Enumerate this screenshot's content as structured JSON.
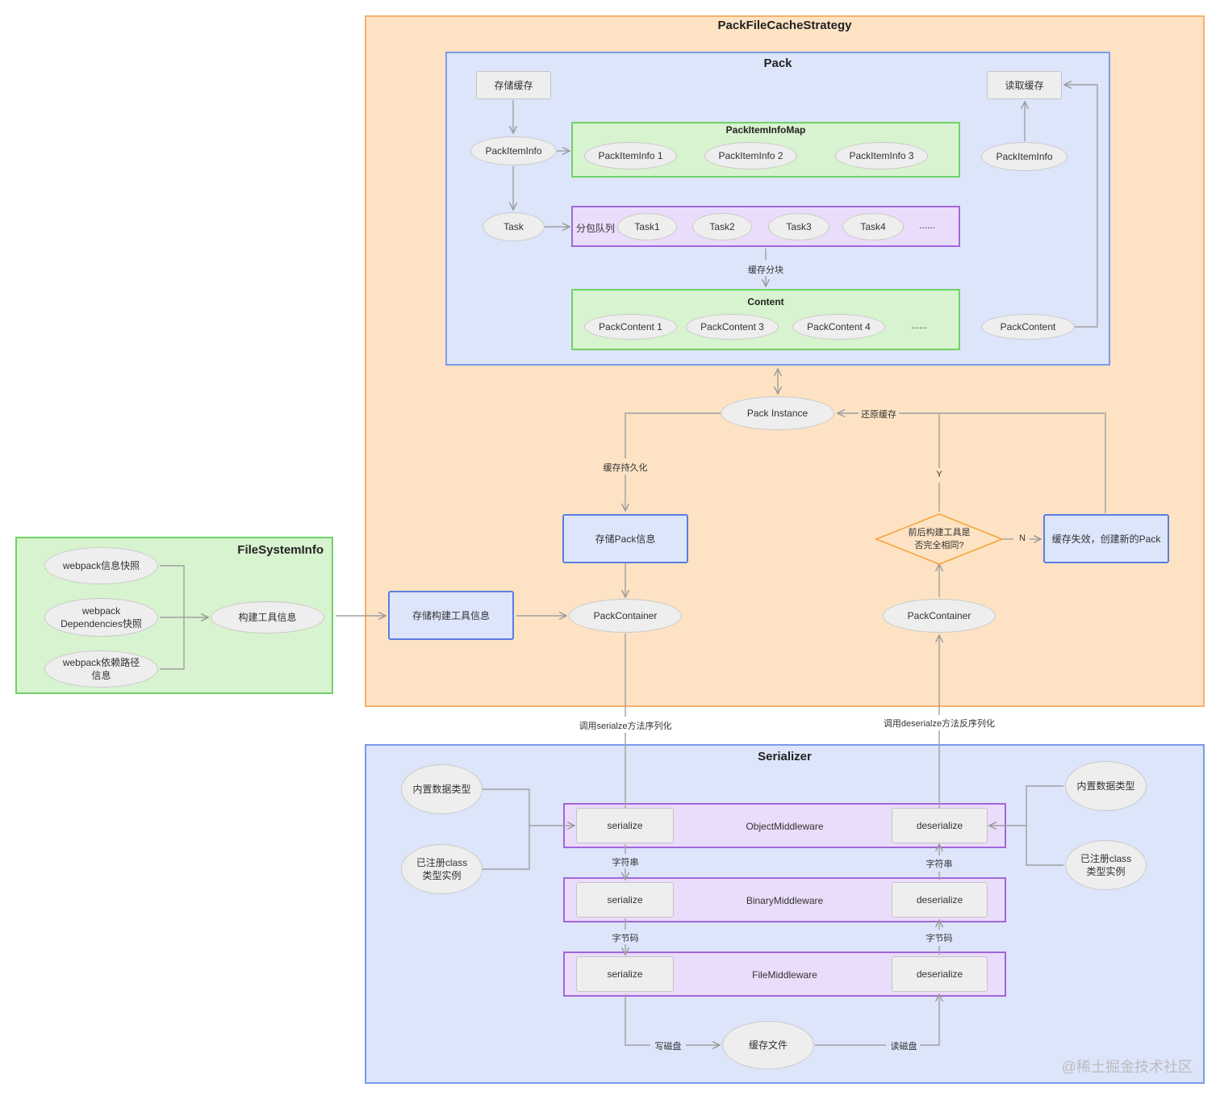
{
  "colors": {
    "orange": "#fde3c4",
    "blue": "#dde5fb",
    "green": "#d8f3cf",
    "purple": "#eadcfb",
    "diamond": "#f7a23b"
  },
  "strategy": {
    "title": "PackFileCacheStrategy"
  },
  "pack": {
    "title": "Pack",
    "store_cache": "存储缓存",
    "read_cache": "读取缓存",
    "pack_item_info_left": "PackItemInfo",
    "pack_item_info_right": "PackItemInfo",
    "pack_content_right": "PackContent",
    "map_title": "PackItemInfoMap",
    "map_items": [
      "PackItemInfo 1",
      "PackItemInfo 2",
      "PackItemInfo 3"
    ],
    "task": "Task",
    "queue_label": "分包队列",
    "tasks": [
      "Task1",
      "Task2",
      "Task3",
      "Task4"
    ],
    "tasks_ellipsis": "......",
    "chunk_label": "缓存分块",
    "content_title": "Content",
    "contents": [
      "PackContent 1",
      "PackContent 3",
      "PackContent 4"
    ],
    "contents_ellipsis": "......"
  },
  "flow": {
    "pack_instance": "Pack Instance",
    "persist_label": "缓存持久化",
    "restore_label": "还原缓存",
    "store_pack_info": "存储Pack信息",
    "store_build_info": "存储构建工具信息",
    "pack_container_left": "PackContainer",
    "pack_container_right": "PackContainer",
    "decision": "前后构建工具是否完全相同?",
    "yes": "Y",
    "no": "N",
    "invalid": "缓存失效，创建新的Pack",
    "serialize_call": "调用serialze方法序列化",
    "deserialize_call": "调用deserialze方法反序列化"
  },
  "fs": {
    "title": "FileSystemInfo",
    "snapshot": "webpack信息快照",
    "deps_snapshot": "webpack Dependencies快照",
    "dep_path": "webpack依赖路径信息",
    "build_info": "构建工具信息"
  },
  "serializer": {
    "title": "Serializer",
    "builtin_left": "内置数据类型",
    "registered_left": "已注册class类型实例",
    "builtin_right": "内置数据类型",
    "registered_right": "已注册class类型实例",
    "layers": [
      {
        "name": "ObjectMiddleware",
        "serialize": "serialize",
        "deserialize": "deserialize"
      },
      {
        "name": "BinaryMiddleware",
        "serialize": "serialize",
        "deserialize": "deserialize"
      },
      {
        "name": "FileMiddleware",
        "serialize": "serialize",
        "deserialize": "deserialize"
      }
    ],
    "string_left": "字符串",
    "string_right": "字符串",
    "bytes_left": "字节码",
    "bytes_right": "字节码",
    "write_disk": "写磁盘",
    "read_disk": "读磁盘",
    "cache_file": "缓存文件"
  },
  "footer": {
    "watermark": "@稀土掘金技术社区"
  }
}
